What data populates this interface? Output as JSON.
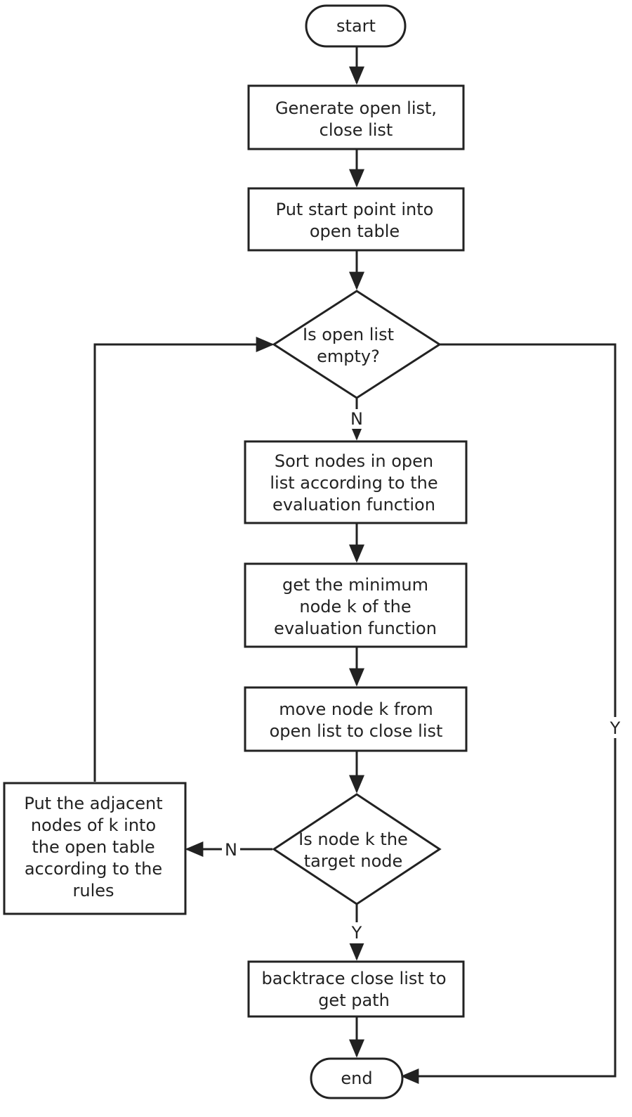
{
  "nodes": {
    "start": "start",
    "generate": [
      "Generate open list,",
      "close list"
    ],
    "put_start": [
      "Put start point into",
      "open table"
    ],
    "is_empty": [
      "Is open list",
      "empty?"
    ],
    "sort": [
      "Sort nodes in open",
      "list according to the",
      "evaluation function"
    ],
    "get_min": [
      "get the minimum",
      "node k of the",
      "evaluation function"
    ],
    "move": [
      "move node k from",
      "open list to close list"
    ],
    "is_target": [
      "Is node k the",
      "target node"
    ],
    "put_adjacent": [
      "Put the adjacent",
      "nodes of k into",
      "the open table",
      "according to the",
      "rules"
    ],
    "backtrace": [
      "backtrace close list to",
      "get path"
    ],
    "end": "end"
  },
  "edge_labels": {
    "empty_no": "N",
    "empty_yes": "Y",
    "target_no": "N",
    "target_yes": "Y"
  }
}
